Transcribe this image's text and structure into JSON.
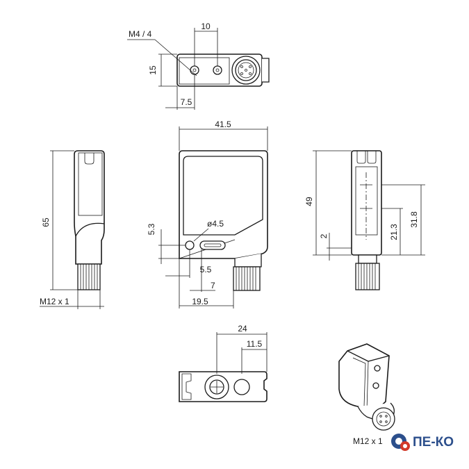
{
  "dimensions": {
    "top_width": "10",
    "top_thread": "M4 / 4",
    "top_height": "15",
    "top_offset": "7.5",
    "front_width": "41.5",
    "hole_dia": "ø4.5",
    "hole_height": "5.3",
    "hole_off1": "5.5",
    "hole_off2": "7",
    "connector_off": "19.5",
    "side_height": "65",
    "side_thread": "M12 x 1",
    "right_height": "49",
    "right_a": "2",
    "right_b": "21.3",
    "right_c": "31.8",
    "bottom_a": "24",
    "bottom_b": "11.5",
    "iso_thread": "M12 x 1"
  },
  "logo": {
    "text": "ПЕ-КО"
  },
  "colors": {
    "line": "#1a1a1a",
    "logo_blue": "#2c4f8c",
    "logo_red": "#d23a2a"
  }
}
